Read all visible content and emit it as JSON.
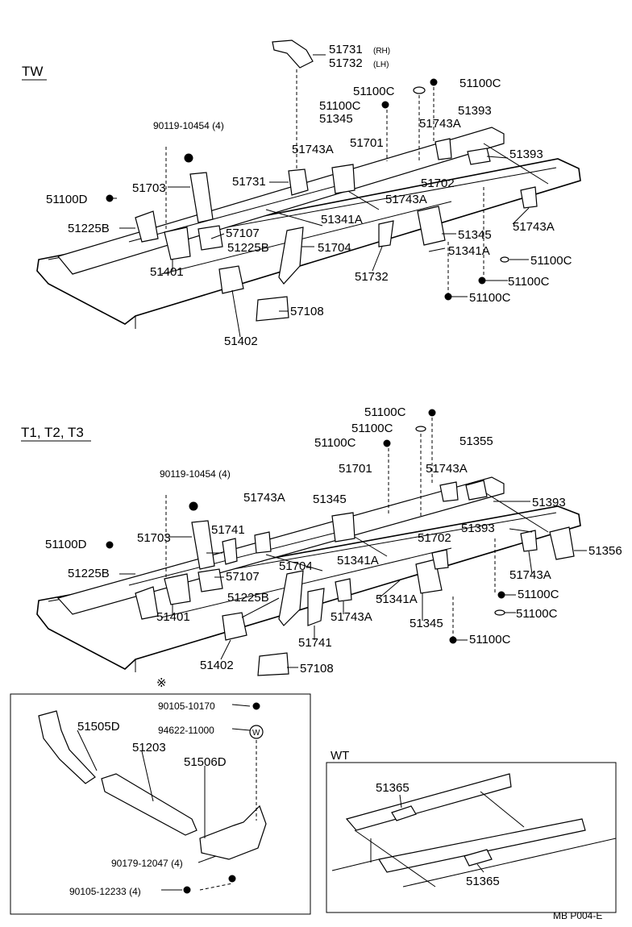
{
  "sections": {
    "tw": "TW",
    "t123": "T1, T2, T3",
    "note_symbol": "※",
    "wt": "WT"
  },
  "tw_labels": {
    "p51731rh": "51731",
    "rh": "(RH)",
    "p51732lh": "51732",
    "lh": "(LH)",
    "p51100c_a": "51100C",
    "p51100c_b": "51100C",
    "p51393_a": "51393",
    "p51345_a": "51345",
    "p51743a_a": "51743A",
    "bolt": "90119-10454 (4)",
    "p51743a_b": "51743A",
    "p51701": "51701",
    "p51393_b": "51393",
    "p51731": "51731",
    "p51703": "51703",
    "p51702": "51702",
    "p51100d": "51100D",
    "p51743a_c": "51743A",
    "p51341a_a": "51341A",
    "p51743a_d": "51743A",
    "p51225b_a": "51225B",
    "p57107": "57107",
    "p51345_b": "51345",
    "p51225b_b": "51225B",
    "p51704": "51704",
    "p51341a_b": "51341A",
    "p51100c_c": "51100C",
    "p51401": "51401",
    "p51732": "51732",
    "p51100c_d": "51100C",
    "p51100c_e": "51100C",
    "p57108": "57108",
    "p51402": "51402"
  },
  "t_labels": {
    "p51100c_a": "51100C",
    "p51100c_b": "51100C",
    "p51100c_c": "51100C",
    "p51355": "51355",
    "p51701": "51701",
    "p51743a_a": "51743A",
    "bolt": "90119-10454 (4)",
    "p51743a_b": "51743A",
    "p51345_a": "51345",
    "p51393_a": "51393",
    "p51741_a": "51741",
    "p51393_b": "51393",
    "p51703": "51703",
    "p51702": "51702",
    "p51100d": "51100D",
    "p51341a_a": "51341A",
    "p51356": "51356",
    "p57107": "57107",
    "p51704": "51704",
    "p51743a_c": "51743A",
    "p51225b_a": "51225B",
    "p51341a_b": "51341A",
    "p51100c_d": "51100C",
    "p51225b_b": "51225B",
    "p51743a_d": "51743A",
    "p51345_b": "51345",
    "p51100c_e": "51100C",
    "p51401": "51401",
    "p51741_b": "51741",
    "p51100c_f": "51100C",
    "p51402": "51402",
    "p57108": "57108"
  },
  "inset_labels": {
    "bolt1": "90105-10170",
    "washer": "94622-11000",
    "washer_mark": "W",
    "p51505d": "51505D",
    "p51203": "51203",
    "p51506d": "51506D",
    "bolt2": "90179-12047 (4)",
    "bolt3": "90105-12233 (4)"
  },
  "wt_labels": {
    "p51365_a": "51365",
    "p51365_b": "51365"
  },
  "footer": "MB  P004-E"
}
